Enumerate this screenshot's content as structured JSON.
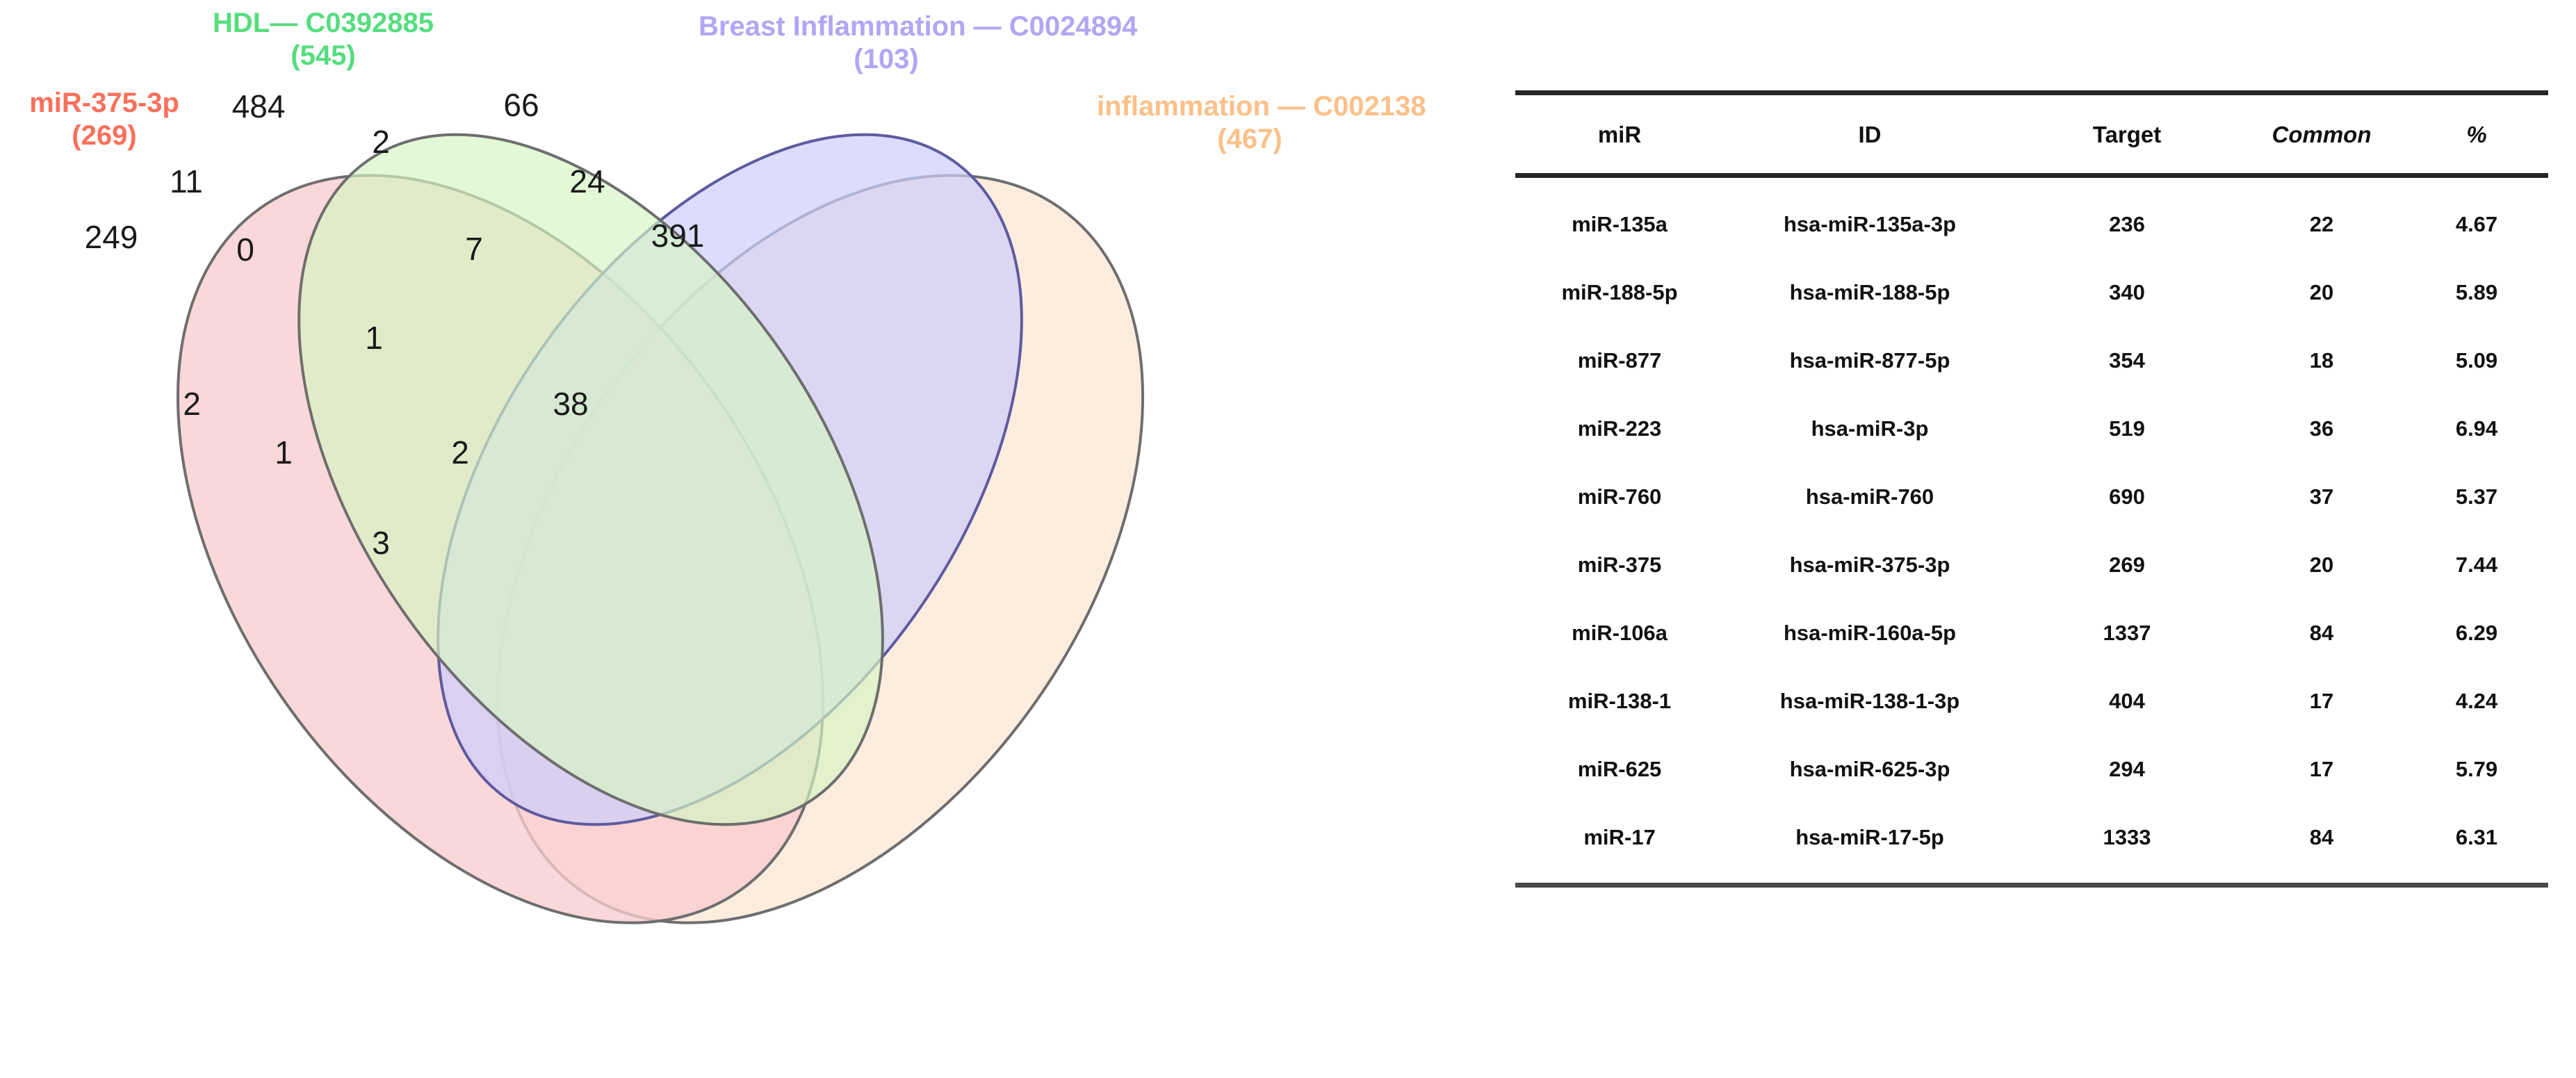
{
  "venn": {
    "sets": [
      {
        "key": "mir375",
        "name": "miR-375-3p",
        "count": "(269)",
        "color": "#f9705a",
        "fill": "#f9ccce"
      },
      {
        "key": "hdl",
        "name": "HDL— C0392885",
        "count": "(545)",
        "color": "#56dd7e",
        "fill": "#d4f5c3"
      },
      {
        "key": "breast",
        "name": "Breast Inflammation — C0024894",
        "count": "(103)",
        "color": "#b3a5f5",
        "fill": "#cdcdfb"
      },
      {
        "key": "infl",
        "name": "inflammation — C002138",
        "count": "(467)",
        "color": "#fcc089",
        "fill": "#fcebdc"
      }
    ],
    "regions": {
      "A_only": "249",
      "B_only": "484",
      "C_only": "66",
      "D_only": "391",
      "AB": "11",
      "BC": "2",
      "CD": "24",
      "AC": "2",
      "BD": "38",
      "AD": "3",
      "ABC": "0",
      "BCD": "7",
      "ABD": "1",
      "ACD": "2",
      "ABCD": "1"
    }
  },
  "chart_data": {
    "type": "table",
    "title": "miR target / common counts",
    "columns": [
      "miR",
      "ID",
      "Target",
      "Common",
      "%"
    ],
    "rows": [
      [
        "miR-135a",
        "hsa-miR-135a-3p",
        "236",
        "22",
        "4.67"
      ],
      [
        "miR-188-5p",
        "hsa-miR-188-5p",
        "340",
        "20",
        "5.89"
      ],
      [
        "miR-877",
        "hsa-miR-877-5p",
        "354",
        "18",
        "5.09"
      ],
      [
        "miR-223",
        "hsa-miR-3p",
        "519",
        "36",
        "6.94"
      ],
      [
        "miR-760",
        "hsa-miR-760",
        "690",
        "37",
        "5.37"
      ],
      [
        "miR-375",
        "hsa-miR-375-3p",
        "269",
        "20",
        "7.44"
      ],
      [
        "miR-106a",
        "hsa-miR-160a-5p",
        "1337",
        "84",
        "6.29"
      ],
      [
        "miR-138-1",
        "hsa-miR-138-1-3p",
        "404",
        "17",
        "4.24"
      ],
      [
        "miR-625",
        "hsa-miR-625-3p",
        "294",
        "17",
        "5.79"
      ],
      [
        "miR-17",
        "hsa-miR-17-5p",
        "1333",
        "84",
        "6.31"
      ]
    ]
  },
  "table": {
    "headers": [
      {
        "label": "miR",
        "italic": false
      },
      {
        "label": "ID",
        "italic": false
      },
      {
        "label": "Target",
        "italic": false
      },
      {
        "label": "Common",
        "italic": true
      },
      {
        "label": "%",
        "italic": true
      }
    ]
  }
}
